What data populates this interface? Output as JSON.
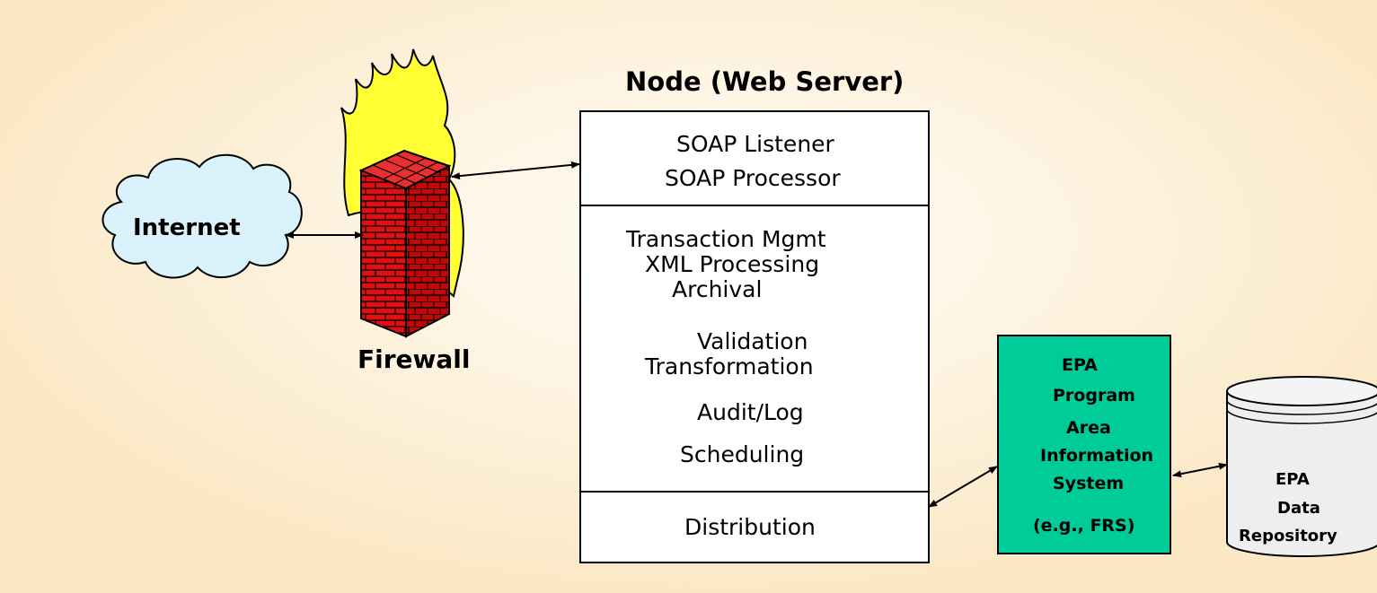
{
  "diagram": {
    "node_title": "Node (Web Server)",
    "internet_label": "Internet",
    "firewall_label": "Firewall",
    "node_sections": {
      "soap": [
        "SOAP Listener",
        "SOAP Processor"
      ],
      "processing": [
        "Transaction Mgmt",
        "XML Processing",
        "Archival",
        "Validation",
        "Transformation",
        "Audit/Log",
        "Scheduling"
      ],
      "distribution": "Distribution"
    },
    "epa_system": [
      "EPA",
      "Program",
      "Area",
      "Information",
      "System",
      "(e.g., FRS)"
    ],
    "epa_repository": [
      "EPA",
      "Data",
      "Repository"
    ]
  },
  "colors": {
    "background": "#fdf2dd",
    "cloud_fill": "#d9f2fb",
    "brick_red": "#e01010",
    "flame_yellow": "#ffff33",
    "system_green": "#00cc99"
  }
}
